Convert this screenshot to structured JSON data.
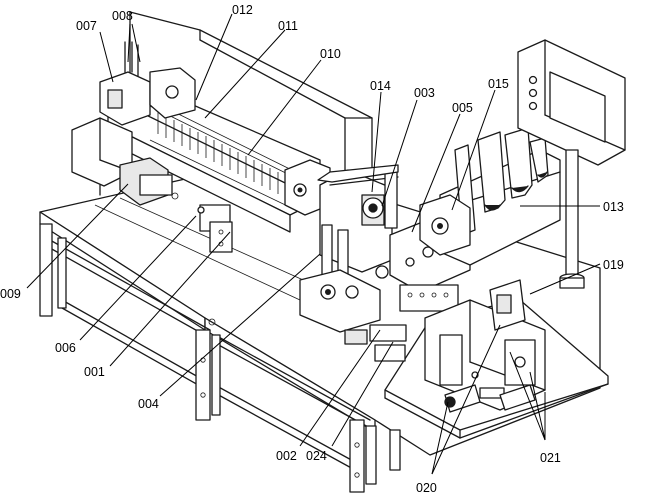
{
  "callouts": [
    {
      "id": "c007",
      "text": "007"
    },
    {
      "id": "c008",
      "text": "008"
    },
    {
      "id": "c012",
      "text": "012"
    },
    {
      "id": "c011",
      "text": "011"
    },
    {
      "id": "c010",
      "text": "010"
    },
    {
      "id": "c014",
      "text": "014"
    },
    {
      "id": "c003",
      "text": "003"
    },
    {
      "id": "c005",
      "text": "005"
    },
    {
      "id": "c015",
      "text": "015"
    },
    {
      "id": "c013",
      "text": "013"
    },
    {
      "id": "c019",
      "text": "019"
    },
    {
      "id": "c009",
      "text": "009"
    },
    {
      "id": "c006",
      "text": "006"
    },
    {
      "id": "c001",
      "text": "001"
    },
    {
      "id": "c004",
      "text": "004"
    },
    {
      "id": "c002",
      "text": "002"
    },
    {
      "id": "c024",
      "text": "024"
    },
    {
      "id": "c021",
      "text": "021"
    },
    {
      "id": "c020",
      "text": "020"
    }
  ]
}
